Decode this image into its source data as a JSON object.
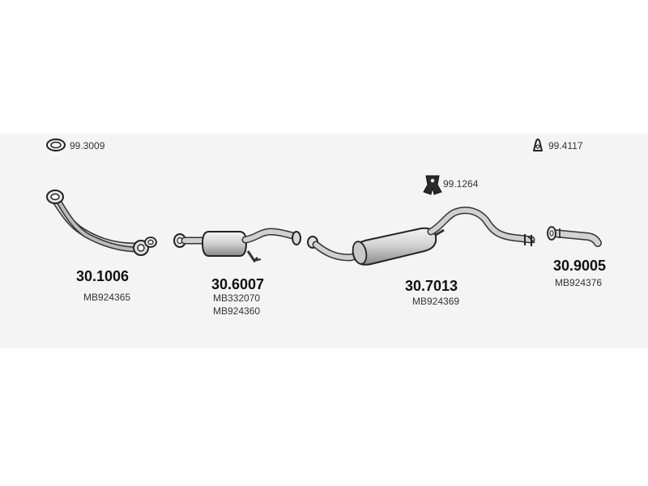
{
  "accessories": [
    {
      "code": "99.3009",
      "icon": "gasket-ring-icon"
    },
    {
      "code": "99.4117",
      "icon": "rubber-hanger-icon"
    },
    {
      "code": "99.1264",
      "icon": "mounting-bracket-icon"
    }
  ],
  "parts": [
    {
      "number": "30.1006",
      "oem": [
        "MB924365"
      ]
    },
    {
      "number": "30.6007",
      "oem": [
        "MB332070",
        "MB924360"
      ]
    },
    {
      "number": "30.7013",
      "oem": [
        "MB924369"
      ]
    },
    {
      "number": "30.9005",
      "oem": [
        "MB924376"
      ]
    }
  ]
}
